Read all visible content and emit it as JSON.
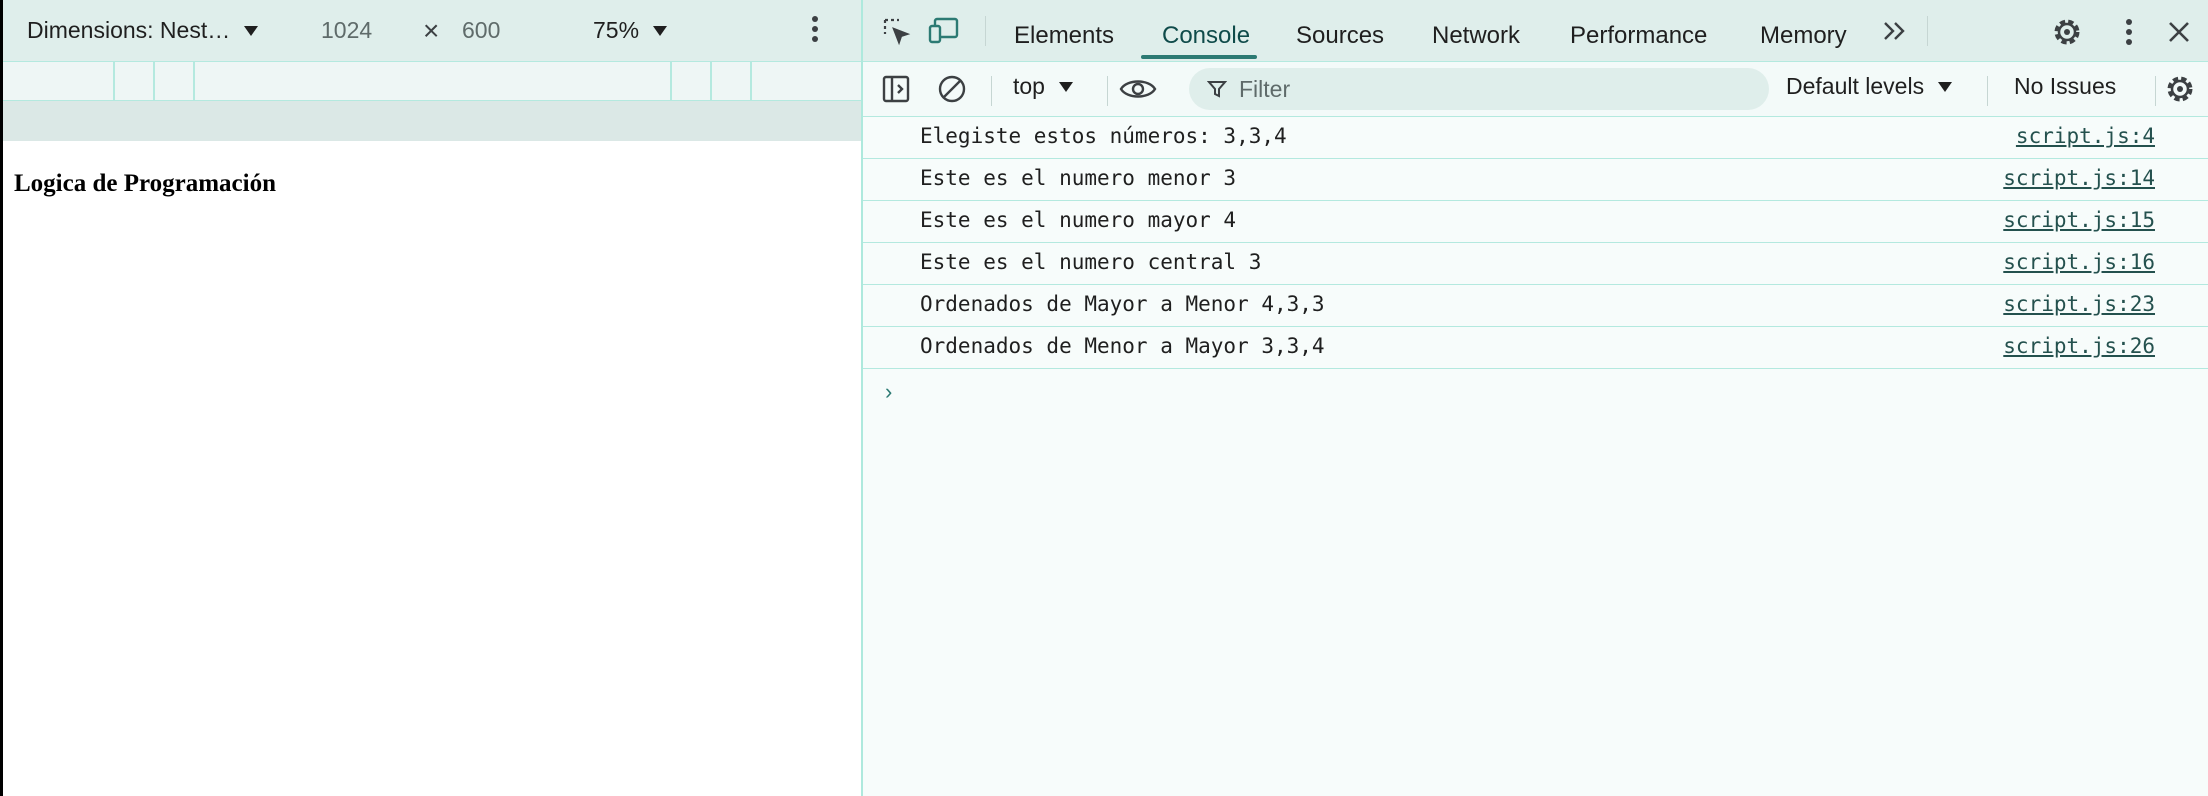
{
  "device_toolbar": {
    "dimensions_label": "Dimensions: Nest…",
    "width_value": "1024",
    "times_symbol": "×",
    "height_value": "600",
    "zoom_label": "75%"
  },
  "page": {
    "heading": "Logica de Programación"
  },
  "devtools": {
    "tabs": [
      "Elements",
      "Console",
      "Sources",
      "Network",
      "Performance",
      "Memory"
    ],
    "active_tab": "Console",
    "console_toolbar": {
      "context": "top",
      "filter_placeholder": "Filter",
      "levels": "Default levels",
      "issues": "No Issues"
    },
    "messages": [
      {
        "text": "Elegiste estos números: 3,3,4",
        "source": "script.js:4"
      },
      {
        "text": "Este es el numero menor 3",
        "source": "script.js:14"
      },
      {
        "text": "Este es el numero mayor 4",
        "source": "script.js:15"
      },
      {
        "text": "Este es el numero central 3",
        "source": "script.js:16"
      },
      {
        "text": "Ordenados de Mayor a Menor 4,3,3",
        "source": "script.js:23"
      },
      {
        "text": "Ordenados de Menor a Mayor 3,3,4",
        "source": "script.js:26"
      }
    ],
    "prompt_symbol": "›"
  },
  "colors": {
    "toolbar_bg": "#dfeeeb",
    "border": "#b4e9df",
    "accent": "#2c7a73",
    "link": "#24514e"
  }
}
